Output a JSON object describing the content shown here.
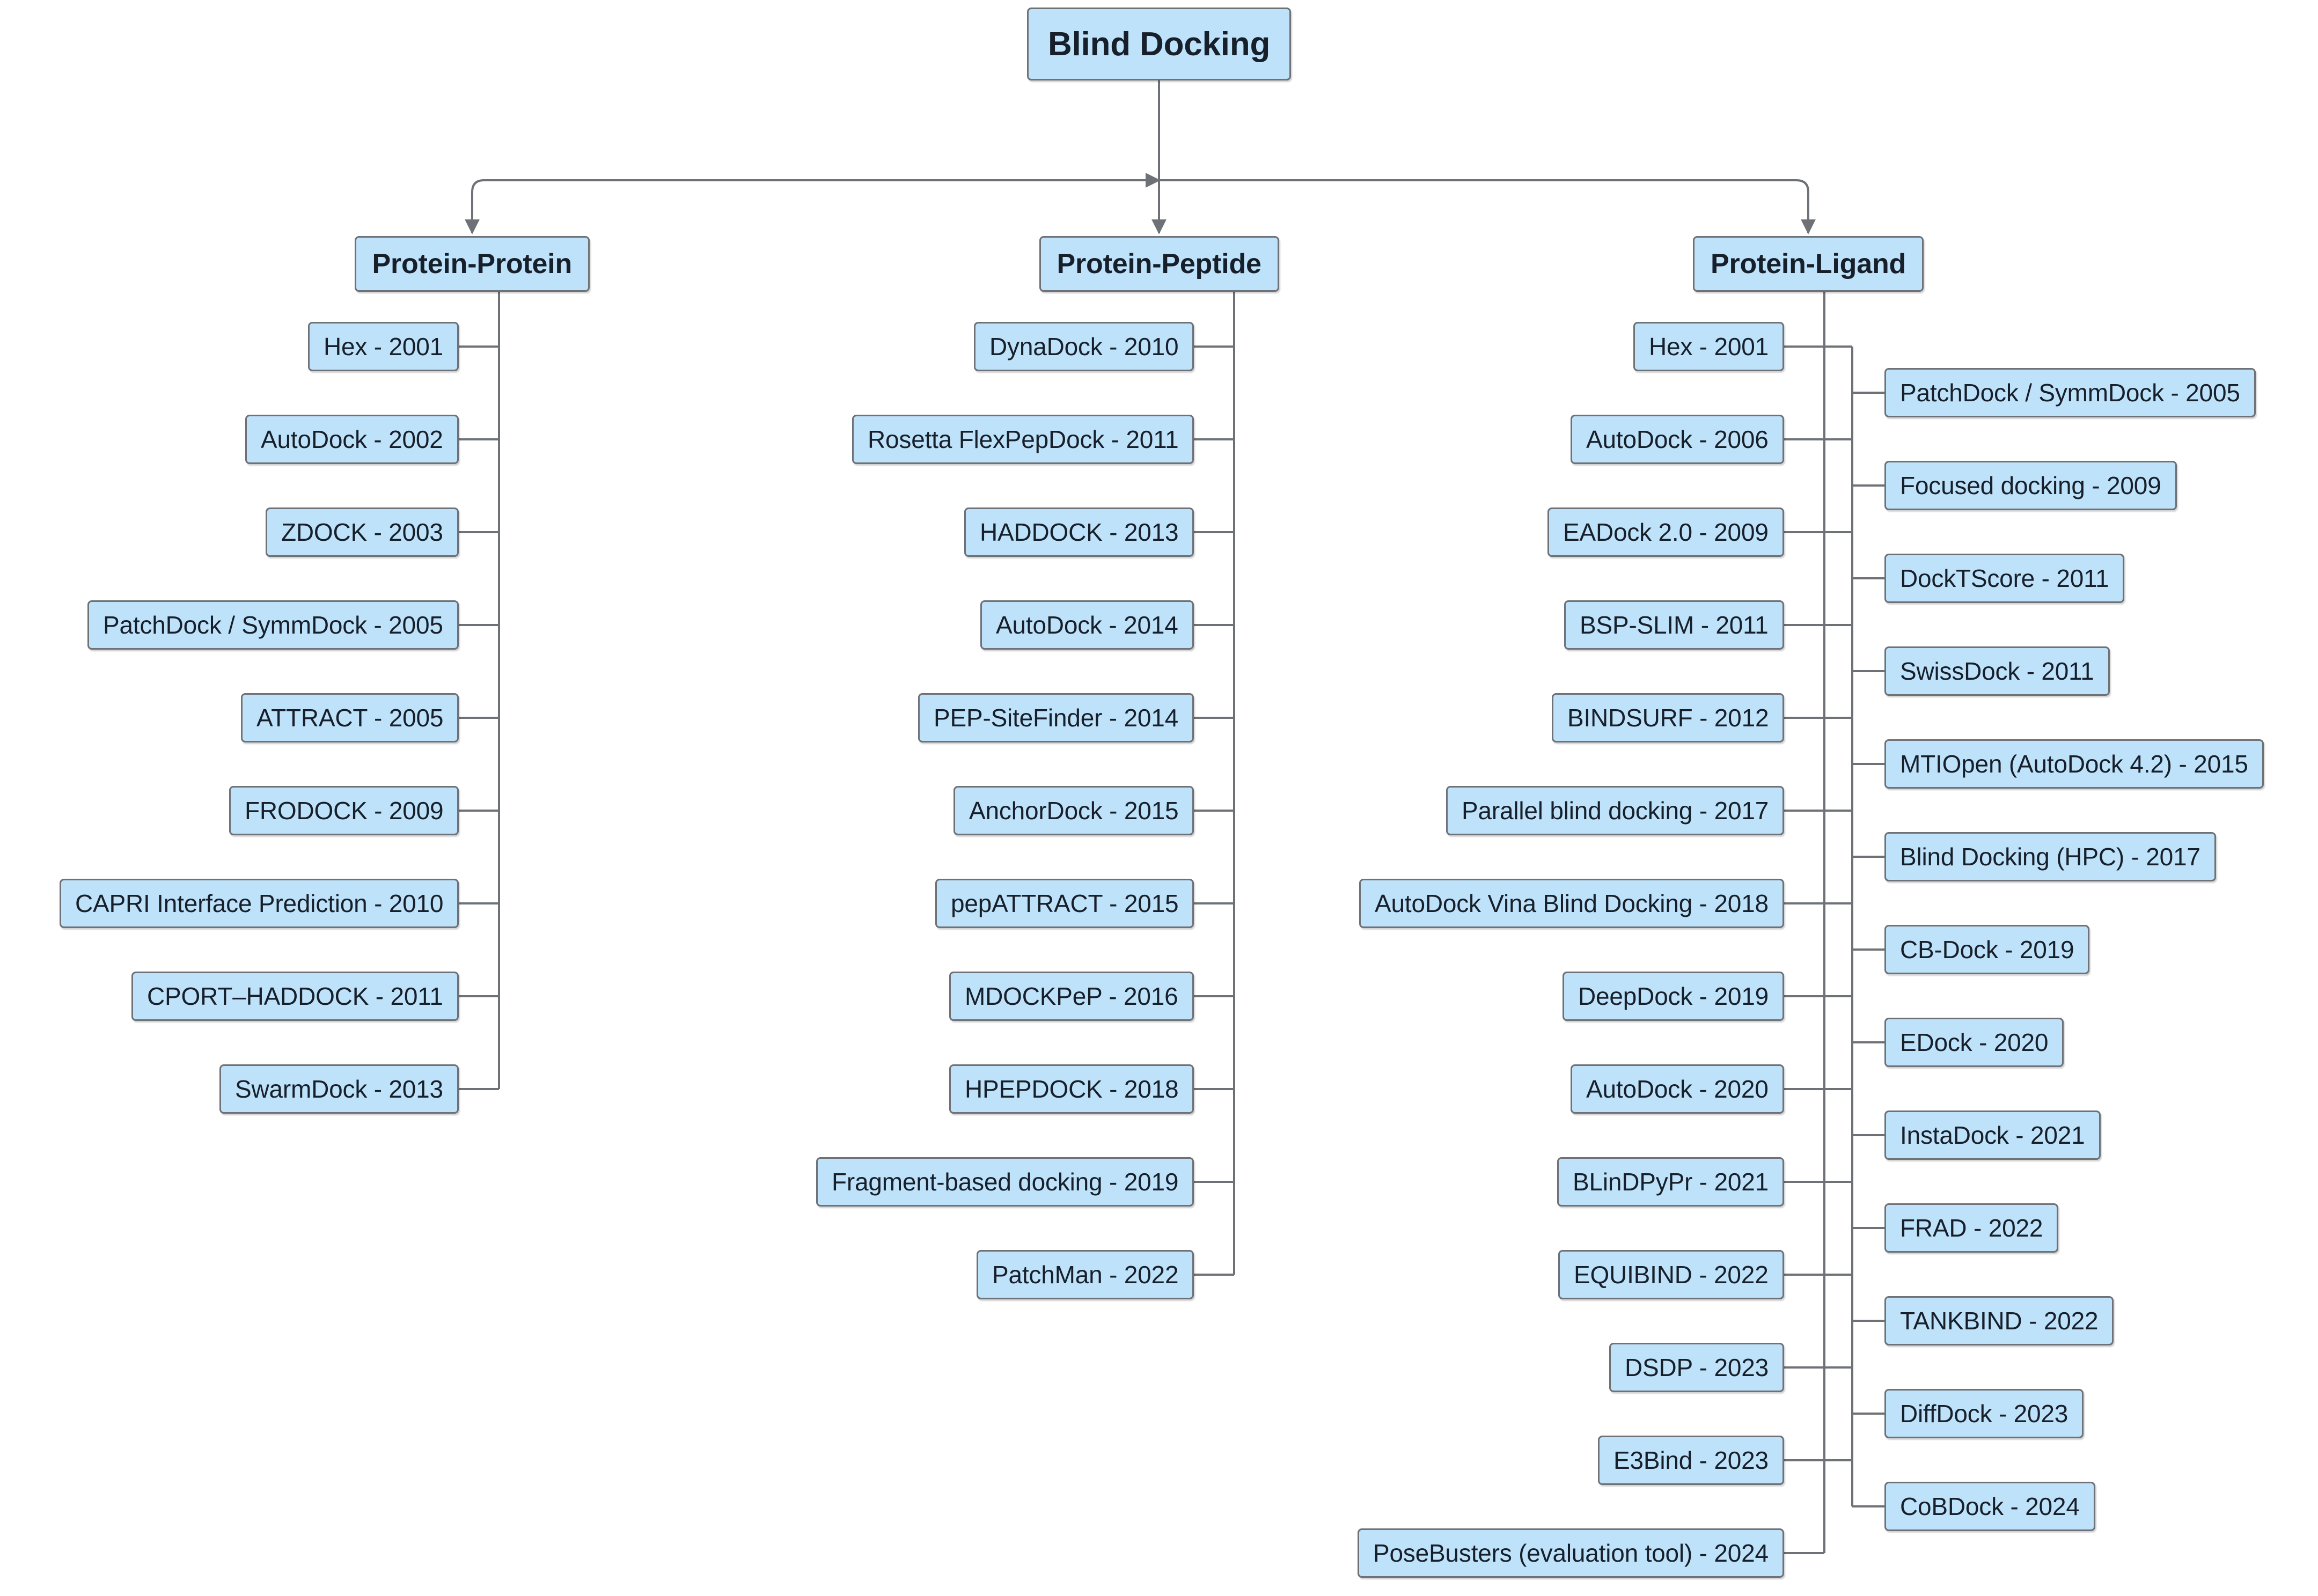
{
  "diagram": {
    "title": "Blind Docking",
    "type": "tree",
    "colors": {
      "node_fill": "#bfe2fb",
      "node_border": "#6e7176",
      "node_text": "#17202a",
      "wire": "#6e7176",
      "background": "#ffffff"
    },
    "root": {
      "label": "Blind Docking"
    },
    "branches": [
      {
        "id": "protein-protein",
        "label": "Protein-Protein",
        "children": [
          {
            "label": "Hex - 2001"
          },
          {
            "label": "AutoDock - 2002"
          },
          {
            "label": "ZDOCK - 2003"
          },
          {
            "label": "PatchDock / SymmDock - 2005"
          },
          {
            "label": "ATTRACT - 2005"
          },
          {
            "label": "FRODOCK - 2009"
          },
          {
            "label": "CAPRI Interface Prediction - 2010"
          },
          {
            "label": "CPORT–HADDOCK - 2011"
          },
          {
            "label": "SwarmDock - 2013"
          }
        ]
      },
      {
        "id": "protein-peptide",
        "label": "Protein-Peptide",
        "children": [
          {
            "label": "DynaDock - 2010"
          },
          {
            "label": "Rosetta FlexPepDock - 2011"
          },
          {
            "label": "HADDOCK - 2013"
          },
          {
            "label": "AutoDock - 2014"
          },
          {
            "label": "PEP-SiteFinder - 2014"
          },
          {
            "label": "AnchorDock - 2015"
          },
          {
            "label": "pepATTRACT - 2015"
          },
          {
            "label": "MDOCKPeP - 2016"
          },
          {
            "label": "HPEPDOCK - 2018"
          },
          {
            "label": "Fragment-based docking - 2019"
          },
          {
            "label": "PatchMan - 2022"
          }
        ]
      },
      {
        "id": "protein-ligand",
        "label": "Protein-Ligand",
        "children_left": [
          {
            "label": "Hex - 2001"
          },
          {
            "label": "AutoDock - 2006"
          },
          {
            "label": "EADock 2.0 - 2009"
          },
          {
            "label": "BSP-SLIM - 2011"
          },
          {
            "label": "BINDSURF - 2012"
          },
          {
            "label": "Parallel blind docking - 2017"
          },
          {
            "label": "AutoDock Vina Blind Docking - 2018"
          },
          {
            "label": "DeepDock - 2019"
          },
          {
            "label": "AutoDock - 2020"
          },
          {
            "label": "BLinDPyPr - 2021"
          },
          {
            "label": "EQUIBIND - 2022"
          },
          {
            "label": "DSDP - 2023"
          },
          {
            "label": "E3Bind - 2023"
          },
          {
            "label": "PoseBusters (evaluation tool) - 2024"
          }
        ],
        "children_right": [
          {
            "label": "PatchDock / SymmDock - 2005"
          },
          {
            "label": "Focused docking - 2009"
          },
          {
            "label": "DockTScore - 2011"
          },
          {
            "label": "SwissDock - 2011"
          },
          {
            "label": "MTIOpen (AutoDock 4.2) - 2015"
          },
          {
            "label": "Blind Docking (HPC) - 2017"
          },
          {
            "label": "CB-Dock - 2019"
          },
          {
            "label": "EDock - 2020"
          },
          {
            "label": "InstaDock - 2021"
          },
          {
            "label": "FRAD - 2022"
          },
          {
            "label": "TANKBIND - 2022"
          },
          {
            "label": "DiffDock - 2023"
          },
          {
            "label": "CoBDock - 2024"
          }
        ]
      }
    ]
  }
}
